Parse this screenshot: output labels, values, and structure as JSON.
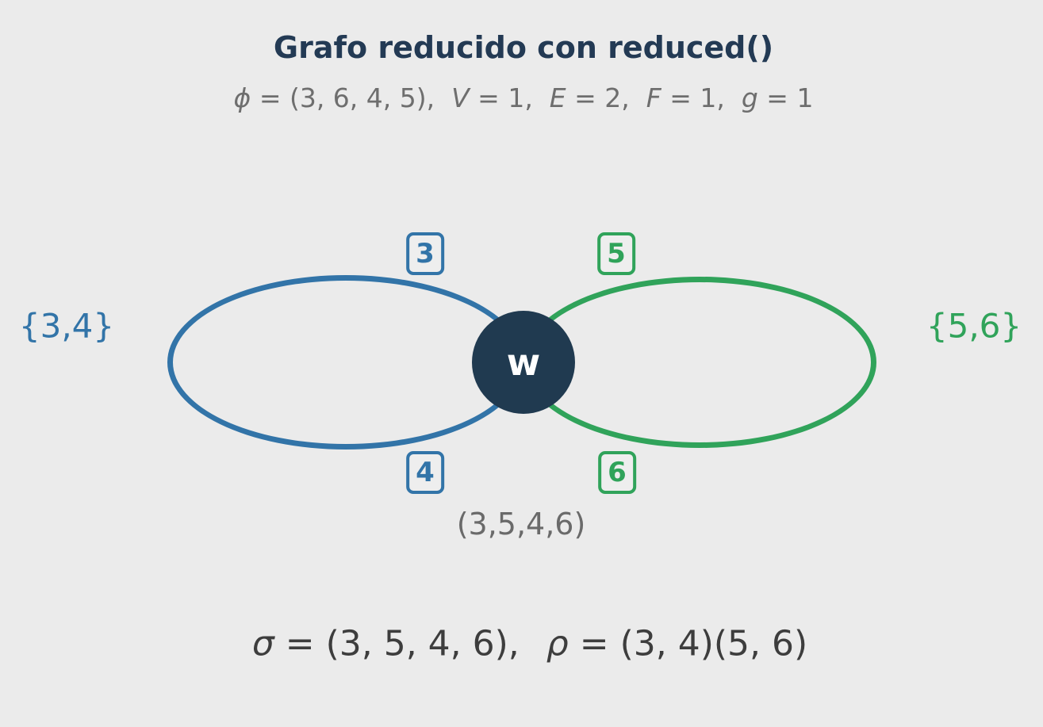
{
  "figure": {
    "title": "Grafo reducido con reduced()",
    "subtitle_segments": [
      {
        "text": "ϕ",
        "italic": true
      },
      {
        "text": " = (3, 6, 4, 5),  ",
        "italic": false
      },
      {
        "text": "V",
        "italic": true
      },
      {
        "text": " = 1,  ",
        "italic": false
      },
      {
        "text": "E",
        "italic": true
      },
      {
        "text": " = 2,  ",
        "italic": false
      },
      {
        "text": "F",
        "italic": true
      },
      {
        "text": " = 1,  ",
        "italic": false
      },
      {
        "text": "g",
        "italic": true
      },
      {
        "text": " = 1",
        "italic": false
      }
    ],
    "sigma_symbol": "σ",
    "sigma_rest": " = (3, 5, 4, 6),",
    "rho_symbol": "ρ",
    "rho_rest": " = (3, 4)(5, 6)"
  },
  "graph": {
    "vertex": {
      "label": "w",
      "fill_color": "#203a50",
      "text_color": "#ffffff"
    },
    "edges": [
      {
        "label": "3",
        "color": "#3274a8",
        "position": "top-left"
      },
      {
        "label": "5",
        "color": "#30a35a",
        "position": "top-right"
      },
      {
        "label": "4",
        "color": "#3274a8",
        "position": "bottom-left"
      },
      {
        "label": "6",
        "color": "#30a35a",
        "position": "bottom-right"
      }
    ],
    "faces": [
      {
        "label": "{3,4}",
        "color": "#3274a8",
        "side": "left"
      },
      {
        "label": "{5,6}",
        "color": "#30a35a",
        "side": "right"
      }
    ],
    "vertex_cycle": "(3,5,4,6)"
  },
  "colors": {
    "background": "#ebebeb",
    "title": "#233a54",
    "subtitle": "#6e6e6e",
    "formula": "#3d3d3d",
    "cycle_label": "#6a6a6a",
    "edge_blue": "#3274a8",
    "edge_green": "#30a35a",
    "vertex_fill": "#203a50"
  }
}
